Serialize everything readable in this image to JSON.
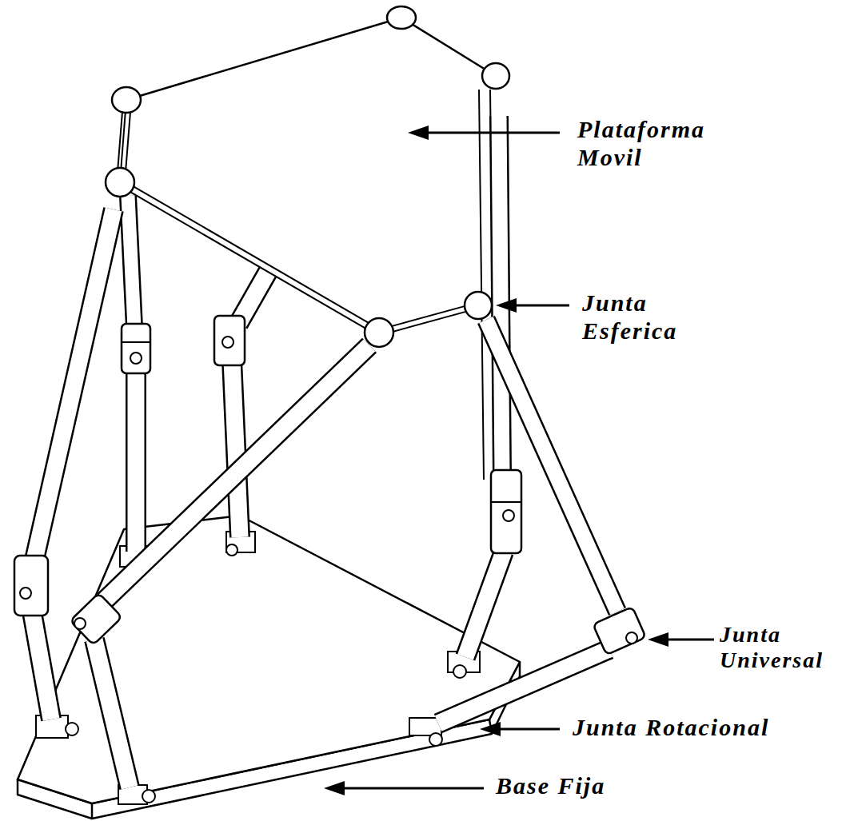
{
  "diagram": {
    "labels": [
      "Plataforma Movil",
      "Junta Esferica",
      "Junta Universal",
      "Junta Rotacional",
      "Base Fija"
    ]
  }
}
